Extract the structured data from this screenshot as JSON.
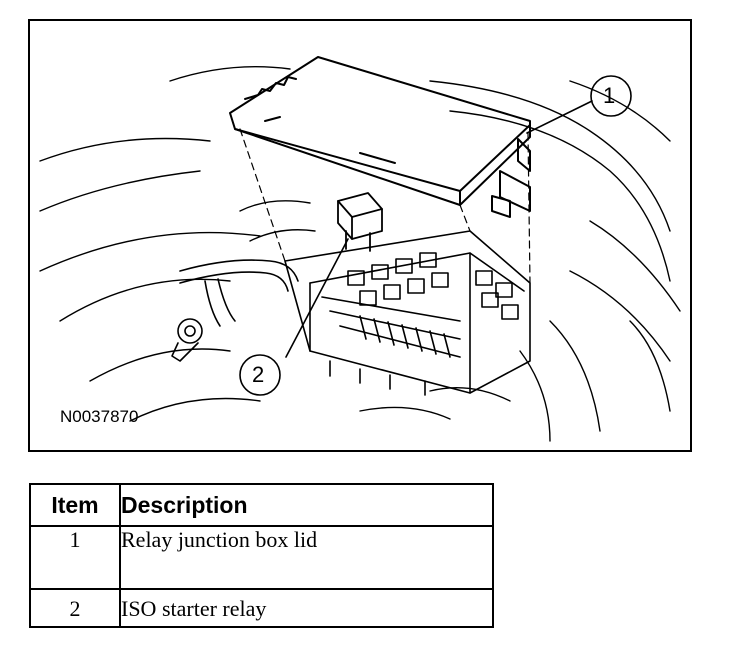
{
  "figure": {
    "figure_id": "N0037870",
    "callouts": [
      "1",
      "2"
    ]
  },
  "legend": {
    "headers": {
      "item": "Item",
      "description": "Description"
    },
    "rows": [
      {
        "item": "1",
        "description": "Relay junction box lid"
      },
      {
        "item": "2",
        "description": "ISO starter relay"
      }
    ]
  }
}
